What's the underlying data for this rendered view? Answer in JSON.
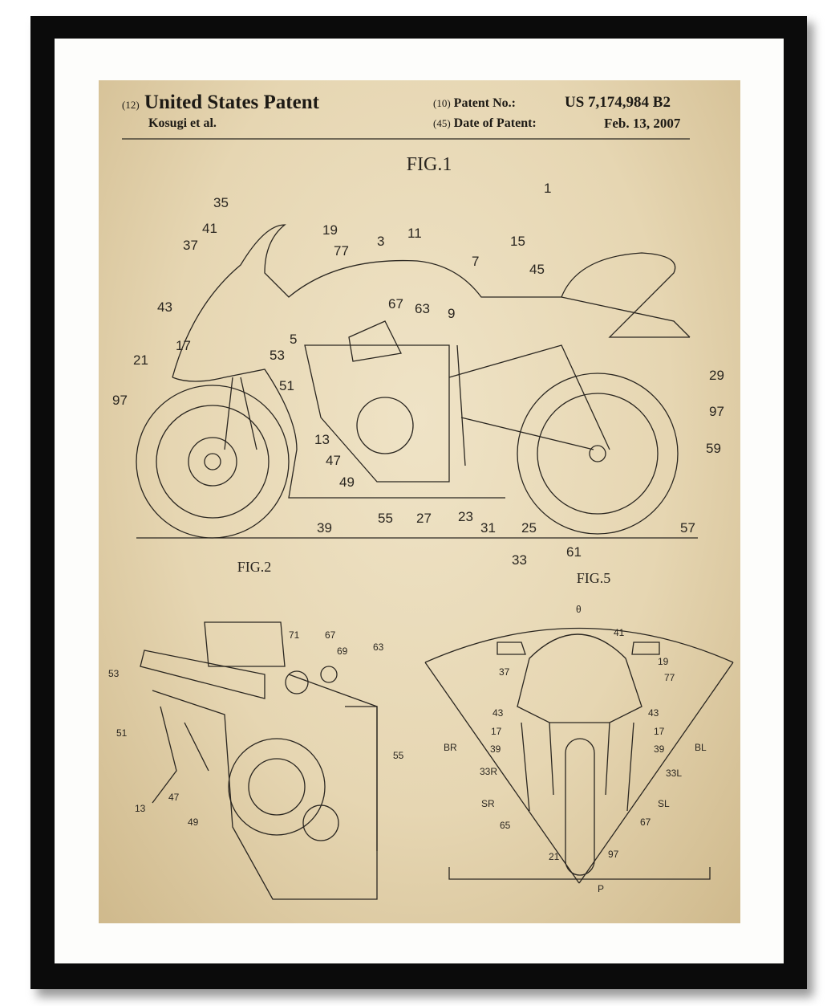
{
  "header": {
    "code12": "(12)",
    "title": "United States Patent",
    "inventor": "Kosugi et al.",
    "code10": "(10)",
    "patent_no_label": "Patent No.:",
    "patent_no": "US 7,174,984 B2",
    "code45": "(45)",
    "date_label": "Date of Patent:",
    "date": "Feb. 13, 2007"
  },
  "figures": {
    "fig1": "FIG.1",
    "fig2": "FIG.2",
    "fig5": "FIG.5"
  },
  "fig1_labels": [
    "35",
    "1",
    "41",
    "19",
    "77",
    "3",
    "11",
    "15",
    "37",
    "7",
    "45",
    "43",
    "67",
    "63",
    "9",
    "5",
    "53",
    "17",
    "21",
    "51",
    "29",
    "97",
    "97",
    "59",
    "13",
    "47",
    "49",
    "55",
    "27",
    "23",
    "31",
    "25",
    "39",
    "57",
    "33",
    "61"
  ],
  "fig2_labels": [
    "71",
    "67",
    "69",
    "63",
    "53",
    "51",
    "55",
    "47",
    "13",
    "49"
  ],
  "fig5_labels": [
    "θ",
    "41",
    "19",
    "77",
    "37",
    "43",
    "43",
    "17",
    "17",
    "BR",
    "BL",
    "39",
    "39",
    "33R",
    "33L",
    "SR",
    "SL",
    "65",
    "67",
    "21",
    "97",
    "P"
  ]
}
